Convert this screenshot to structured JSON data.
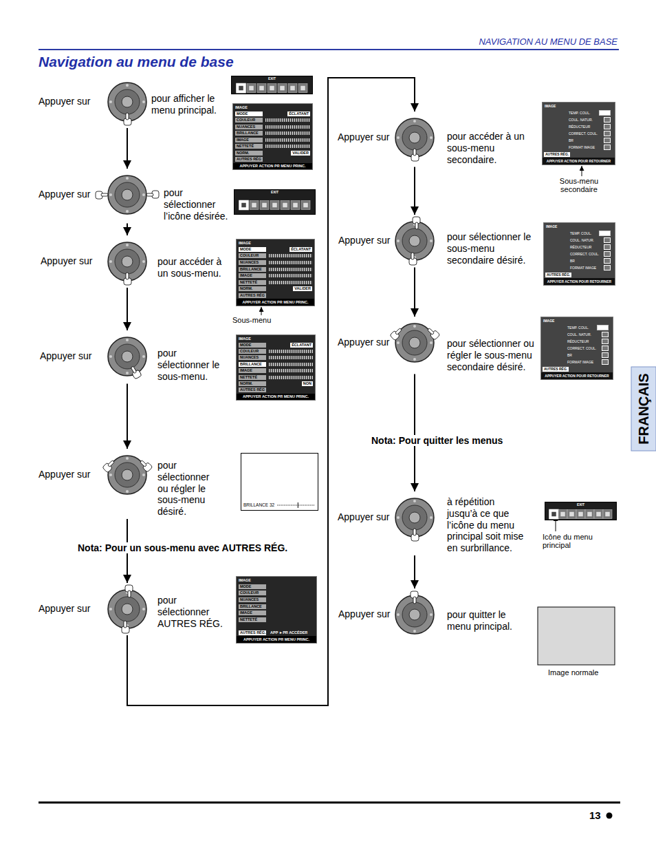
{
  "diagram": {
    "title": "Navigation au menu de base",
    "nodes": [
      {
        "text": [
          "Appuyer sur",
          "pour afficher le menu principal."
        ]
      },
      {
        "text": [
          "EXIT"
        ]
      },
      {
        "text": [
          "IMAGE",
          "MODE",
          "ÉCLATANT",
          "COULEUR",
          "NUANCES",
          "BRILLANCE",
          "IMAGE",
          "NETTETÉ",
          "NORM.",
          "VALIDER",
          "AUTRES RÉG",
          "APPUYER ACTION PR MENU PRINC."
        ]
      },
      {
        "text": [
          "Appuyer sur",
          "pour sélectionner l’icône désirée."
        ]
      },
      {
        "text": [
          "EXIT"
        ]
      },
      {
        "text": [
          "Appuyer sur",
          "pour accéder à un sous-menu."
        ]
      },
      {
        "text": [
          "IMAGE",
          "MODE",
          "ÉCLATANT",
          "COULEUR",
          "NUANCES",
          "BRILLANCE",
          "IMAGE",
          "NETTETÉ",
          "NORM.",
          "VALIDER",
          "AUTRES RÉG",
          "APPUYER ACTION PR MENU PRINC."
        ]
      },
      {
        "text": [
          "Appuyer sur",
          "pour sélectionner le sous-menu."
        ]
      },
      {
        "text": [
          "IMAGE",
          "MODE",
          "ÉCLATANT",
          "COULEUR",
          "NUANCES",
          "BRILLANCE",
          "IMAGE",
          "NETTETÉ",
          "NORM.",
          "NON",
          "AUTRES RÉG",
          "APPUYER ACTION PR MENU PRINC."
        ]
      },
      {
        "text": [
          "Appuyer sur",
          "pour sélectionner ou régler le sous-menu désiré."
        ]
      },
      {
        "text": [
          "BRILLANCE 32"
        ]
      },
      {
        "text": [
          "Appuyer sur",
          "pour sélectionner AUTRES RÉG."
        ]
      },
      {
        "text": [
          "IMAGE",
          "MODE",
          "COULEUR",
          "NUANCES",
          "BRILLANCE",
          "IMAGE",
          "NETTETÉ",
          "AUTRES RÉG.",
          "APP ►PR ACCÉDER",
          "APPUYER ACTION PR MENU PRINC."
        ]
      },
      {
        "text": [
          "Appuyer sur",
          "pour accéder à un sous-menu secondaire."
        ]
      },
      {
        "text": [
          "IMAGE",
          "TEMP. COUL.",
          "COUL. NATUR.",
          "RÉDUCTEUR",
          "CORRECT. COUL.",
          "BR",
          "FORMAT IMAGE",
          "AUTRES RÉG.",
          "APPUYER ACTION POUR RETOURNER"
        ]
      },
      {
        "text": [
          "Appuyer sur",
          "pour sélectionner le sous-menu secondaire désiré."
        ]
      },
      {
        "text": [
          "IMAGE",
          "TEMP. COUL.",
          "COUL. NATUR.",
          "RÉDUCTEUR",
          "CORRECT. COUL.",
          "BR",
          "FORMAT IMAGE",
          "AUTRES RÉG.",
          "APPUYER ACTION POUR RETOURNER"
        ]
      },
      {
        "text": [
          "Appuyer sur",
          "pour sélectionner ou régler le sous-menu secondaire désiré."
        ]
      },
      {
        "text": [
          "IMAGE",
          "TEMP. COUL.",
          "COUL. NATUR.",
          "RÉDUCTEUR",
          "CORRECT. COUL.",
          "BR",
          "FORMAT IMAGE",
          "AUTRES RÉG.",
          "APPUYER ACTION POUR RETOURNER"
        ]
      },
      {
        "text": [
          "Appuyer sur",
          "à répétition jusqu’à ce que l’icône du menu principal soit mise en surbrillance."
        ]
      },
      {
        "text": [
          "EXIT"
        ]
      },
      {
        "text": [
          "Appuyer sur",
          "pour quitter le menu principal."
        ]
      }
    ],
    "edges": [
      {
        "from": 0,
        "to": 3,
        "arrow": "to"
      },
      {
        "from": 3,
        "to": 5,
        "arrow": "to"
      },
      {
        "from": 5,
        "to": 7,
        "arrow": "to"
      },
      {
        "from": 7,
        "to": 9,
        "arrow": "to"
      },
      {
        "from": 9,
        "to": 11,
        "arrow": "to"
      },
      {
        "from": 11,
        "to": 13,
        "arrow": "to"
      },
      {
        "from": 13,
        "to": 15,
        "arrow": "to"
      },
      {
        "from": 15,
        "to": 17,
        "arrow": "to"
      },
      {
        "from": 17,
        "to": 19,
        "arrow": "to"
      },
      {
        "from": 19,
        "to": 21,
        "arrow": "to"
      }
    ],
    "labels": [
      "NAVIGATION AU MENU DE BASE",
      "Sous-menu",
      "Sous-menu secondaire",
      "Nota: Pour un sous-menu avec AUTRES RÉG.",
      "Nota: Pour quitter les menus",
      "Icône du menu principal",
      "Image normale",
      "FRANÇAIS",
      "13"
    ]
  }
}
